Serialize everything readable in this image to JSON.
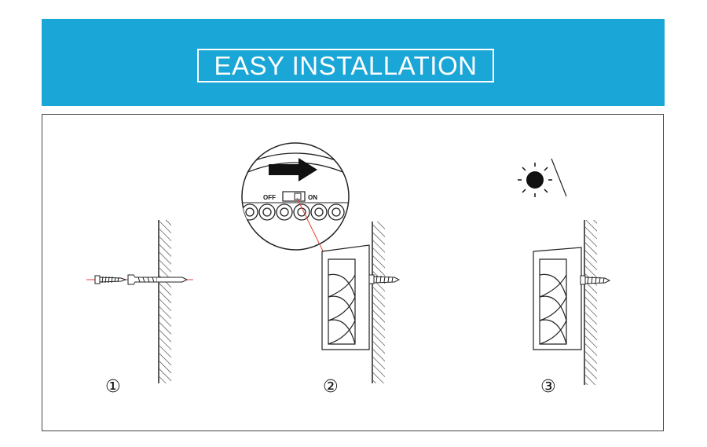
{
  "banner": {
    "title": "EASY INSTALLATION",
    "color": "#1aa6d7"
  },
  "steps": [
    {
      "number": "①",
      "description_icons": [
        "wall-icon",
        "screw-icon",
        "wall-plug-icon"
      ]
    },
    {
      "number": "②",
      "switch": {
        "off_label": "OFF",
        "on_label": "ON"
      },
      "description_icons": [
        "magnifier-icon",
        "arrow-right-icon",
        "switch-icon",
        "lamp-icon",
        "screw-icon",
        "wall-icon"
      ]
    },
    {
      "number": "③",
      "description_icons": [
        "sun-icon",
        "moon-icon",
        "lamp-icon",
        "screw-icon",
        "wall-icon"
      ]
    }
  ],
  "colors": {
    "guide_line": "#e0403a",
    "line_art": "#333333"
  }
}
